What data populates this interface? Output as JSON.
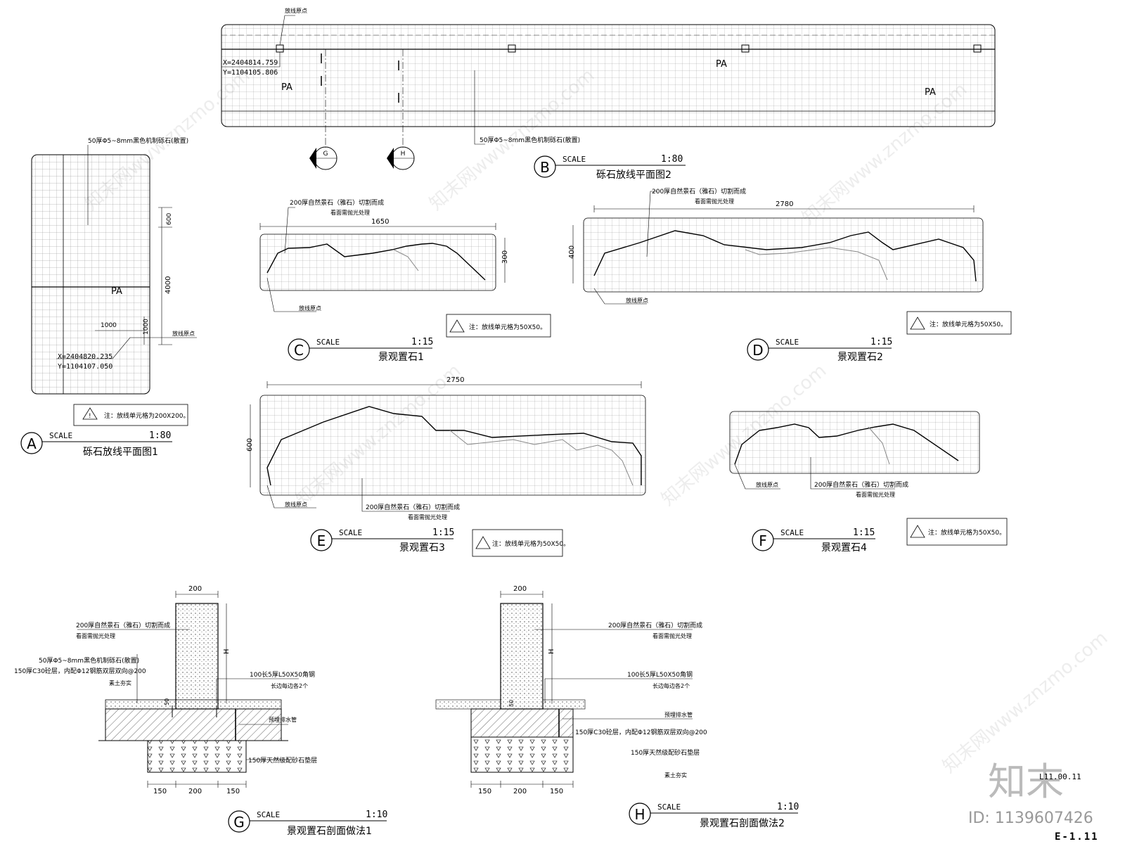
{
  "sheet_no": "E-1.11",
  "sheet_code": "L11.00.11",
  "brand": {
    "logo": "知末",
    "id_label": "ID: 1139607426",
    "watermark": "知末网www.znzmo.com"
  },
  "scale_label": "SCALE",
  "views": {
    "A": {
      "letter": "A",
      "scale": "1:80",
      "title": "砾石放线平面图1",
      "zone": "PA",
      "dim_w": "1000",
      "dim_h1": "1000",
      "dim_600": "600",
      "dim_4000": "4000",
      "coord_x": "X=2404820.235",
      "coord_y": "Y=1104107.050",
      "label_gravel": "50厚Φ5~8mm黑色机制砾石(散置)",
      "label_origin": "放线原点",
      "note": "注：放线单元格为200X200。"
    },
    "B": {
      "letter": "B",
      "scale": "1:80",
      "title": "砾石放线平面图2",
      "zone": "PA",
      "coord_x": "X=2404814.759",
      "coord_y": "Y=1104105.806",
      "label_gravel": "50厚Φ5~8mm黑色机制砾石(散置)",
      "label_origin": "放线原点"
    },
    "C": {
      "letter": "C",
      "scale": "1:15",
      "title": "景观置石1",
      "dim_w": "1650",
      "dim_h": "300",
      "label_stone": "200厚自然景石（雅石）切割而成",
      "label_finish": "看面需抛光处理",
      "label_origin": "放线原点",
      "note": "注：放线单元格为50X50。"
    },
    "D": {
      "letter": "D",
      "scale": "1:15",
      "title": "景观置石2",
      "dim_w": "2780",
      "dim_h": "400",
      "label_stone": "200厚自然景石（雅石）切割而成",
      "label_finish": "看面需抛光处理",
      "label_origin": "放线原点",
      "note": "注：放线单元格为50X50。"
    },
    "E": {
      "letter": "E",
      "scale": "1:15",
      "title": "景观置石3",
      "dim_w": "2750",
      "dim_h": "600",
      "label_stone": "200厚自然景石（雅石）切割而成",
      "label_finish": "看面需抛光处理",
      "label_origin": "放线原点",
      "note": "注：放线单元格为50X50。"
    },
    "F": {
      "letter": "F",
      "scale": "1:15",
      "title": "景观置石4",
      "label_stone": "200厚自然景石（雅石）切割而成",
      "label_finish": "看面需抛光处理",
      "label_origin": "放线原点",
      "note": "注：放线单元格为50X50。"
    },
    "G": {
      "letter": "G",
      "scale": "1:10",
      "title": "景观置石剖面做法1",
      "dim_top": "200",
      "dim_b1": "150",
      "dim_b2": "200",
      "dim_b3": "150",
      "dim_h": "H",
      "dim_50": "50",
      "l1": "200厚自然景石（雅石）切割而成",
      "l2": "看面需抛光处理",
      "l3": "50厚Φ5~8mm黑色机制砾石(散置)",
      "l4": "150厚C30砼层，内配Φ12钢筋双层双向@200",
      "l5": "素土夯实",
      "l6": "100长5厚L50X50角钢",
      "l7": "长边每边各2个",
      "l8": "预埋排水管",
      "l9": "150厚天然级配砂石垫层"
    },
    "H": {
      "letter": "H",
      "scale": "1:10",
      "title": "景观置石剖面做法2",
      "dim_top": "200",
      "dim_b1": "150",
      "dim_b2": "200",
      "dim_b3": "150",
      "dim_h": "H",
      "dim_50": "50",
      "l1": "200厚自然景石（雅石）切割而成",
      "l2": "看面需抛光处理",
      "l6": "100长5厚L50X50角钢",
      "l7": "长边每边各2个",
      "l8": "预埋排水管",
      "l4": "150厚C30砼层，内配Φ12钢筋双层双向@200",
      "l9": "150厚天然级配砂石垫层",
      "l5": "素土夯实"
    },
    "sectionG": "G",
    "sectionH": "H"
  }
}
